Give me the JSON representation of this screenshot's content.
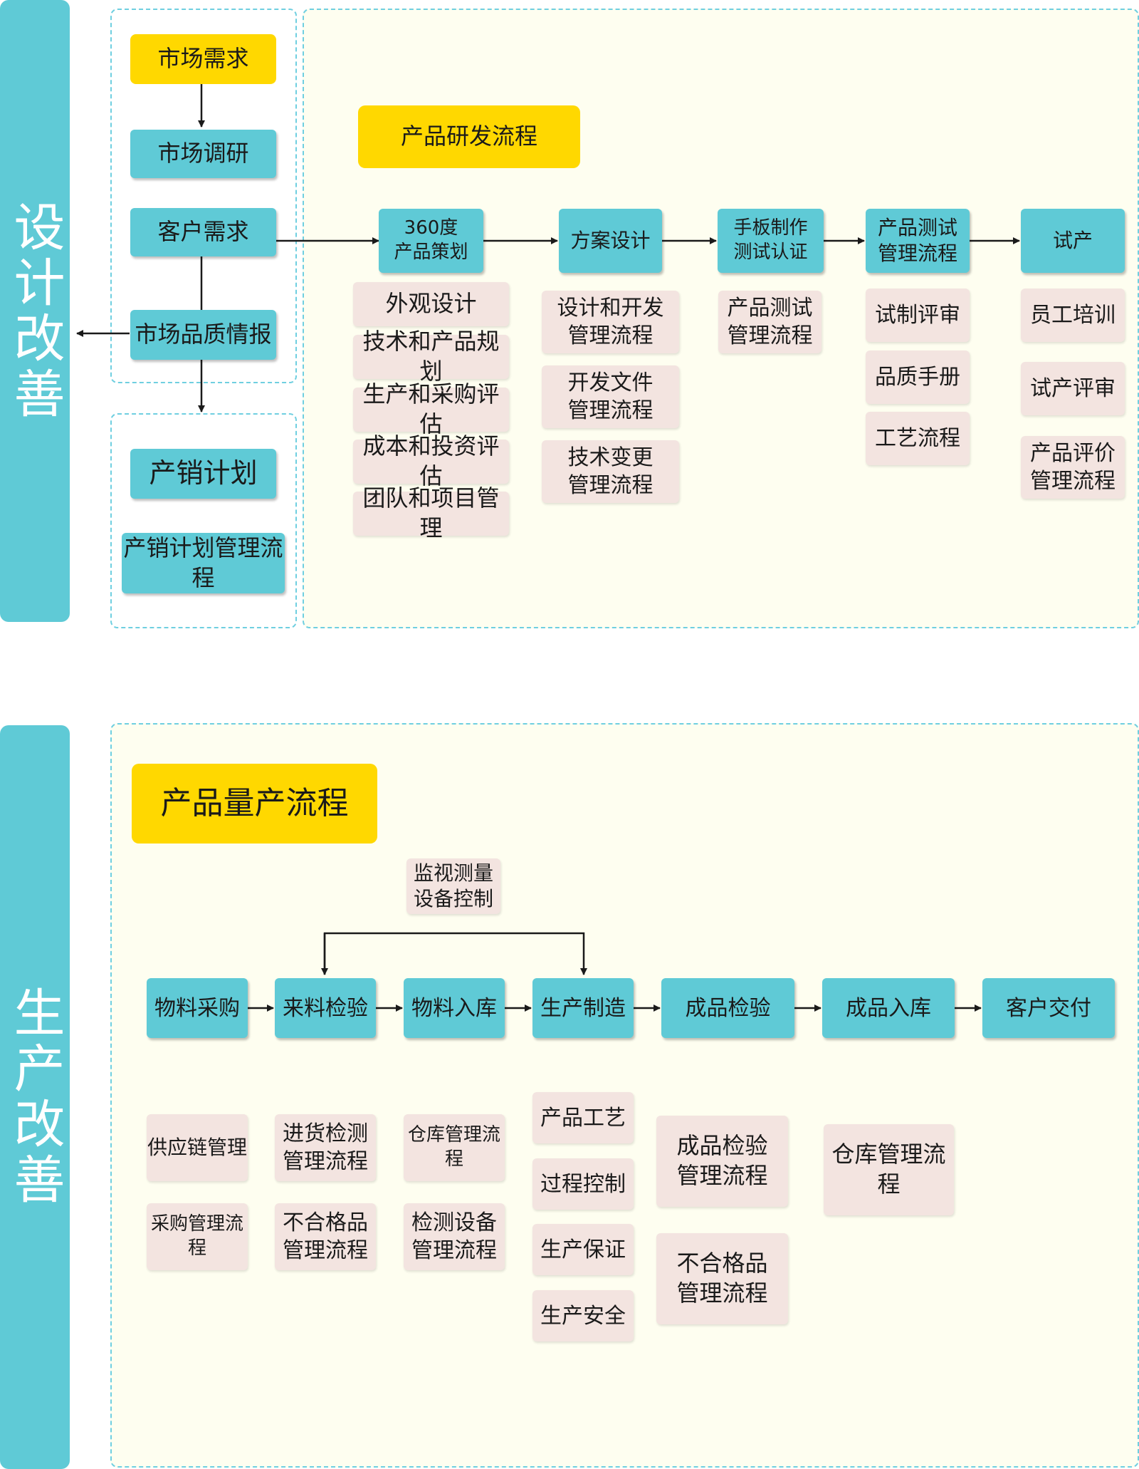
{
  "sidebar": {
    "design": "设计改善",
    "production": "生产改善"
  },
  "market": {
    "demand": "市场需求",
    "research": "市场调研",
    "customer_demand": "客户需求",
    "quality_info": "市场品质情报",
    "sales_plan": "产销计划",
    "sales_plan_process": "产销计划管理流程"
  },
  "rd": {
    "title": "产品研发流程",
    "steps": [
      {
        "label": "360度\n产品策划"
      },
      {
        "label": "方案设计"
      },
      {
        "label": "手板制作\n测试认证"
      },
      {
        "label": "产品测试\n管理流程"
      },
      {
        "label": "试产"
      }
    ],
    "subs": [
      [
        "外观设计",
        "技术和产品规划",
        "生产和采购评估",
        "成本和投资评估",
        "团队和项目管理"
      ],
      [
        "设计和开发\n管理流程",
        "开发文件\n管理流程",
        "技术变更\n管理流程"
      ],
      [
        "产品测试\n管理流程"
      ],
      [
        "试制评审",
        "品质手册",
        "工艺流程"
      ],
      [
        "员工培训",
        "试产评审",
        "产品评价\n管理流程"
      ]
    ]
  },
  "mp": {
    "title": "产品量产流程",
    "monitor": "监视测量\n设备控制",
    "steps": [
      {
        "label": "物料采购"
      },
      {
        "label": "来料检验"
      },
      {
        "label": "物料入库"
      },
      {
        "label": "生产制造"
      },
      {
        "label": "成品检验"
      },
      {
        "label": "成品入库"
      },
      {
        "label": "客户交付"
      }
    ],
    "subs": [
      [
        "供应链管理",
        "采购管理流程"
      ],
      [
        "进货检测\n管理流程",
        "不合格品\n管理流程"
      ],
      [
        "仓库管理流程",
        "检测设备\n管理流程"
      ],
      [
        "产品工艺",
        "过程控制",
        "生产保证",
        "生产安全"
      ],
      [
        "成品检验\n管理流程",
        "不合格品\n管理流程"
      ],
      [
        "仓库管理流程"
      ]
    ]
  },
  "colors": {
    "teal": "#5fcad6",
    "yellow": "#ffd800",
    "pink": "#f3e4e0",
    "panel": "#fefef0",
    "dash": "#6fcfe0"
  }
}
